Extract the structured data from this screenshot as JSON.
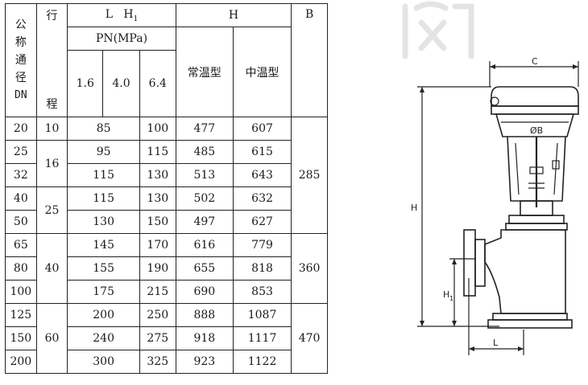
{
  "table": {
    "col_nominal_chars": [
      "公",
      "称",
      "通",
      "径",
      "DN"
    ],
    "col_stroke_chars": [
      "行",
      "程"
    ],
    "col_L": "L",
    "col_H1": "H",
    "col_H1_sub": "1",
    "col_H": "H",
    "col_B": "B",
    "pn_label": "PN(MPa)",
    "pn_values": [
      "1.6",
      "4.0",
      "6.4"
    ],
    "h_types": [
      "常温型",
      "中温型"
    ],
    "rows": [
      {
        "dn": "20",
        "stroke": "10",
        "L": "85",
        "H1": "100",
        "H_normal": "477",
        "H_mid": "607"
      },
      {
        "dn": "25",
        "stroke": "16",
        "L": "95",
        "H1": "115",
        "H_normal": "485",
        "H_mid": "615"
      },
      {
        "dn": "32",
        "stroke": "",
        "L": "115",
        "H1": "130",
        "H_normal": "513",
        "H_mid": "643"
      },
      {
        "dn": "40",
        "stroke": "25",
        "L": "115",
        "H1": "130",
        "H_normal": "502",
        "H_mid": "632"
      },
      {
        "dn": "50",
        "stroke": "",
        "L": "130",
        "H1": "150",
        "H_normal": "497",
        "H_mid": "627"
      },
      {
        "dn": "65",
        "stroke": "40",
        "L": "145",
        "H1": "170",
        "H_normal": "616",
        "H_mid": "779"
      },
      {
        "dn": "80",
        "stroke": "",
        "L": "155",
        "H1": "190",
        "H_normal": "655",
        "H_mid": "818"
      },
      {
        "dn": "100",
        "stroke": "",
        "L": "175",
        "H1": "215",
        "H_normal": "690",
        "H_mid": "853"
      },
      {
        "dn": "125",
        "stroke": "60",
        "L": "200",
        "H1": "250",
        "H_normal": "888",
        "H_mid": "1087"
      },
      {
        "dn": "150",
        "stroke": "",
        "L": "240",
        "H1": "275",
        "H_normal": "918",
        "H_mid": "1117"
      },
      {
        "dn": "200",
        "stroke": "",
        "L": "300",
        "H1": "325",
        "H_normal": "923",
        "H_mid": "1122"
      }
    ],
    "b_values": [
      "285",
      "360",
      "470"
    ]
  },
  "drawing": {
    "label_C": "C",
    "label_OB": "ØB",
    "label_H": "H",
    "label_H1": "H",
    "label_H1_sub": "1",
    "label_L": "L"
  }
}
